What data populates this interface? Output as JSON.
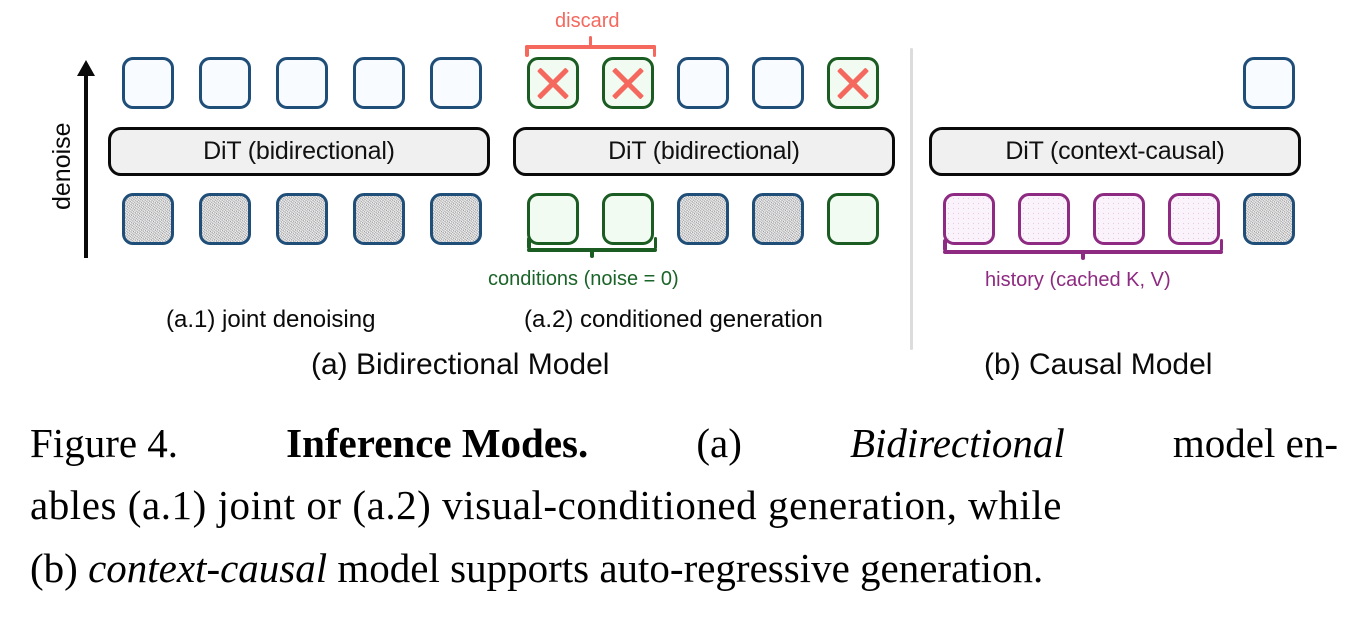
{
  "figure": {
    "axis_label": "denoise",
    "divider": "panel-divider",
    "colors": {
      "token_blue_border": "#1f4e79",
      "token_blue_fill": "#f8fbff",
      "noise_fill": "#c9c9c9",
      "condition_green": "#1a5c22",
      "condition_fill": "#f2fbf1",
      "history_purple": "#8e2a81",
      "history_fill": "#fbf3fb",
      "discard_red": "#f4685e",
      "dit_fill": "#f0f0f0",
      "dit_border": "#0a0a0a"
    }
  },
  "panel_a1": {
    "dit_label": "DiT (bidirectional)",
    "caption": "(a.1) joint denoising",
    "top_tokens": [
      {
        "kind": "blue",
        "mark": ""
      },
      {
        "kind": "blue",
        "mark": ""
      },
      {
        "kind": "blue",
        "mark": ""
      },
      {
        "kind": "blue",
        "mark": ""
      },
      {
        "kind": "blue",
        "mark": ""
      }
    ],
    "bottom_tokens": [
      {
        "kind": "noise"
      },
      {
        "kind": "noise"
      },
      {
        "kind": "noise"
      },
      {
        "kind": "noise"
      },
      {
        "kind": "noise"
      }
    ]
  },
  "panel_a2": {
    "dit_label": "DiT (bidirectional)",
    "caption": "(a.2) conditioned generation",
    "discard_label": "discard",
    "conditions_label": "conditions (noise = 0)",
    "top_tokens": [
      {
        "kind": "green",
        "mark": "x-icon"
      },
      {
        "kind": "green",
        "mark": "x-icon"
      },
      {
        "kind": "blue",
        "mark": ""
      },
      {
        "kind": "blue",
        "mark": ""
      },
      {
        "kind": "green",
        "mark": "x-icon"
      }
    ],
    "bottom_tokens": [
      {
        "kind": "green"
      },
      {
        "kind": "green"
      },
      {
        "kind": "noise"
      },
      {
        "kind": "noise"
      },
      {
        "kind": "green"
      }
    ]
  },
  "panel_b": {
    "dit_label": "DiT (context-causal)",
    "caption": "(b) Causal Model",
    "history_label": "history (cached K, V)",
    "top_tokens": [
      {
        "kind": "blue",
        "mark": ""
      }
    ],
    "bottom_tokens": [
      {
        "kind": "purple"
      },
      {
        "kind": "purple"
      },
      {
        "kind": "purple"
      },
      {
        "kind": "purple"
      },
      {
        "kind": "noise"
      }
    ]
  },
  "panel_a_caption": "(a) Bidirectional Model",
  "caption": {
    "line1_prefix": "Figure 4.",
    "line1_bold": "Inference Modes.",
    "line1_rest_a": "(a)",
    "line1_italic": "Bidirectional",
    "line1_rest_b": "model en-",
    "line2": "ables (a.1) joint or (a.2) visual-conditioned generation, while",
    "line3_prefix": "(b)",
    "line3_italic": "context-causal",
    "line3_rest": "model supports auto-regressive generation."
  }
}
